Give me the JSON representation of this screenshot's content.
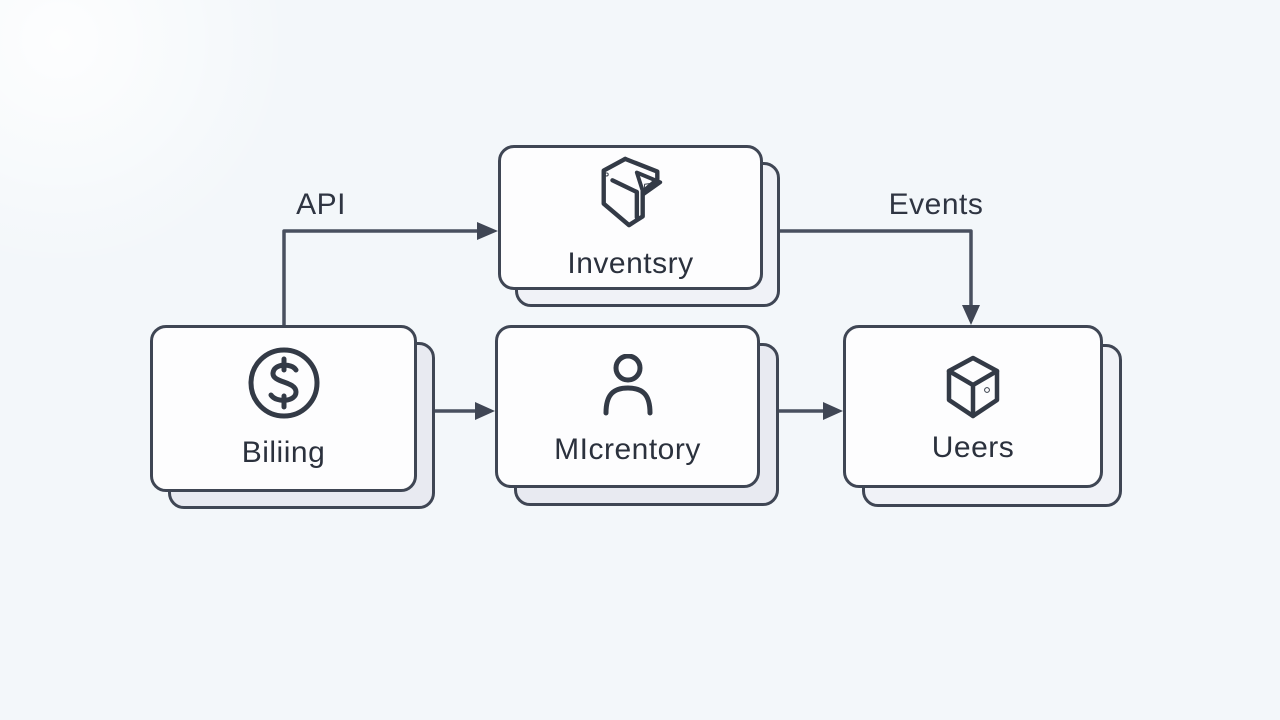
{
  "diagram": {
    "type": "flowchart",
    "background_color": "#f3f7fa",
    "card_fill": "#fdfdfe",
    "card_shadow_fill": "#e8eaf1",
    "stroke_color": "#3f4654",
    "text_color": "#2b313d",
    "nodes": [
      {
        "id": "inventory",
        "label": "Inventsry",
        "icon": "open-package-icon"
      },
      {
        "id": "billing",
        "label": "Biliing",
        "icon": "dollar-circle-icon"
      },
      {
        "id": "micrentory",
        "label": "MIcrentory",
        "icon": "person-icon"
      },
      {
        "id": "users",
        "label": "Ueers",
        "icon": "cube-icon"
      }
    ],
    "edges": [
      {
        "from": "billing",
        "to": "inventory",
        "label": "API"
      },
      {
        "from": "inventory",
        "to": "users",
        "label": "Events"
      },
      {
        "from": "billing",
        "to": "micrentory",
        "label": ""
      },
      {
        "from": "micrentory",
        "to": "users",
        "label": ""
      }
    ]
  }
}
